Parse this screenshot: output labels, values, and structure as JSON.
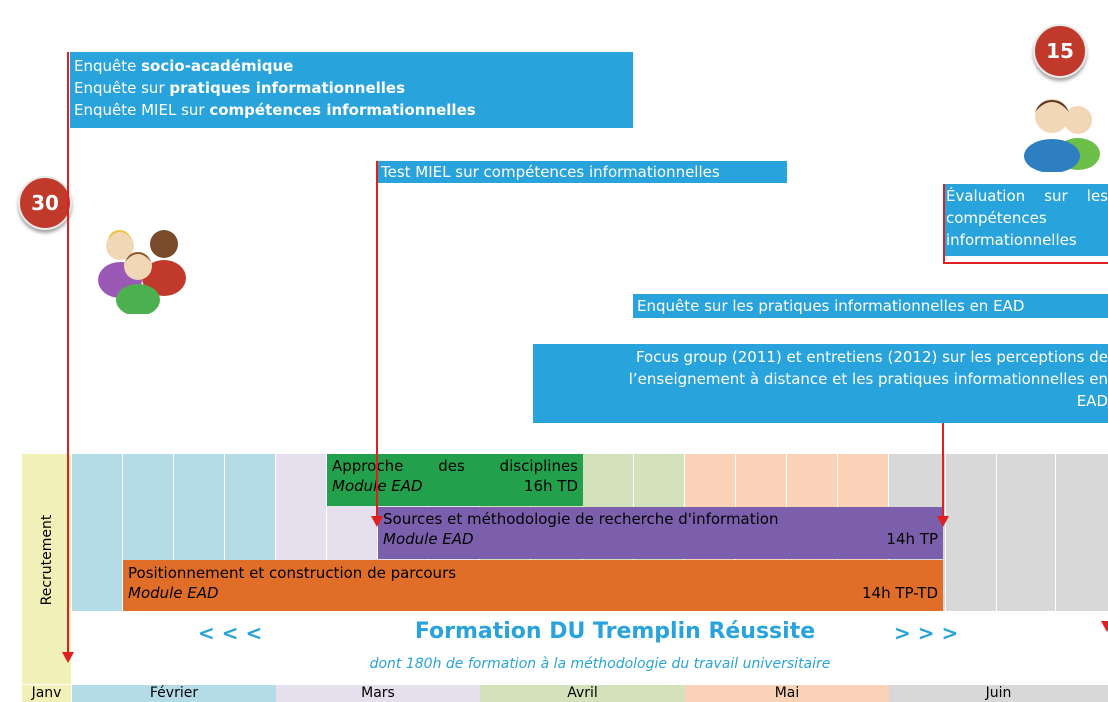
{
  "badges": {
    "left": "30",
    "right": "15"
  },
  "survey_box": {
    "line1_prefix": "Enquête ",
    "line1_bold": "socio-académique",
    "line2_prefix": "Enquête sur ",
    "line2_bold": "pratiques informationnelles",
    "line3_prefix": "Enquête MIEL sur ",
    "line3_bold": "compétences informationnelles"
  },
  "test_miel": "Test MIEL sur compétences informationnelles",
  "evaluation": {
    "line1": "Évaluation sur les",
    "line2": "compétences",
    "line3": "informationnelles"
  },
  "enquete_ead": "Enquête sur les pratiques informationnelles en EAD",
  "focus_group": {
    "line1": "Focus group (2011) et entretiens (2012) sur les perceptions de",
    "line2": "l’enseignement à distance et les pratiques informationnelles en",
    "line3": "EAD"
  },
  "recrutement": "Recrutement",
  "modules": {
    "approche": {
      "title_a": "Approche",
      "title_b": "des",
      "title_c": "disciplines",
      "module": "Module EAD",
      "hours": "16h TD"
    },
    "sources": {
      "title": "Sources et méthodologie de recherche d'information",
      "module": "Module EAD",
      "hours": "14h TP"
    },
    "positionnement": {
      "title": "Positionnement et construction de parcours",
      "module": "Module EAD",
      "hours": "14h TP-TD"
    }
  },
  "formation": {
    "arrows_left": "< < <",
    "title": "Formation DU Tremplin Réussite",
    "arrows_right": "> > >",
    "subtitle": "dont 180h de formation à la méthodologie du travail universitaire"
  },
  "months": [
    "Janv",
    "Février",
    "Mars",
    "Avril",
    "Mai",
    "Juin"
  ],
  "colors": {
    "blue": "#29a3dc",
    "red": "#e02020",
    "green_module": "#22a04b",
    "purple_module": "#7b5fad",
    "orange_module": "#e06e28",
    "feb": "#b4dce6",
    "mar": "#e6e0ee",
    "apr": "#d4e2bc",
    "may": "#fad2b8",
    "jun": "#d8d8d8",
    "recrutement": "#f0f0b8",
    "formation_text": "#29a3dc"
  }
}
